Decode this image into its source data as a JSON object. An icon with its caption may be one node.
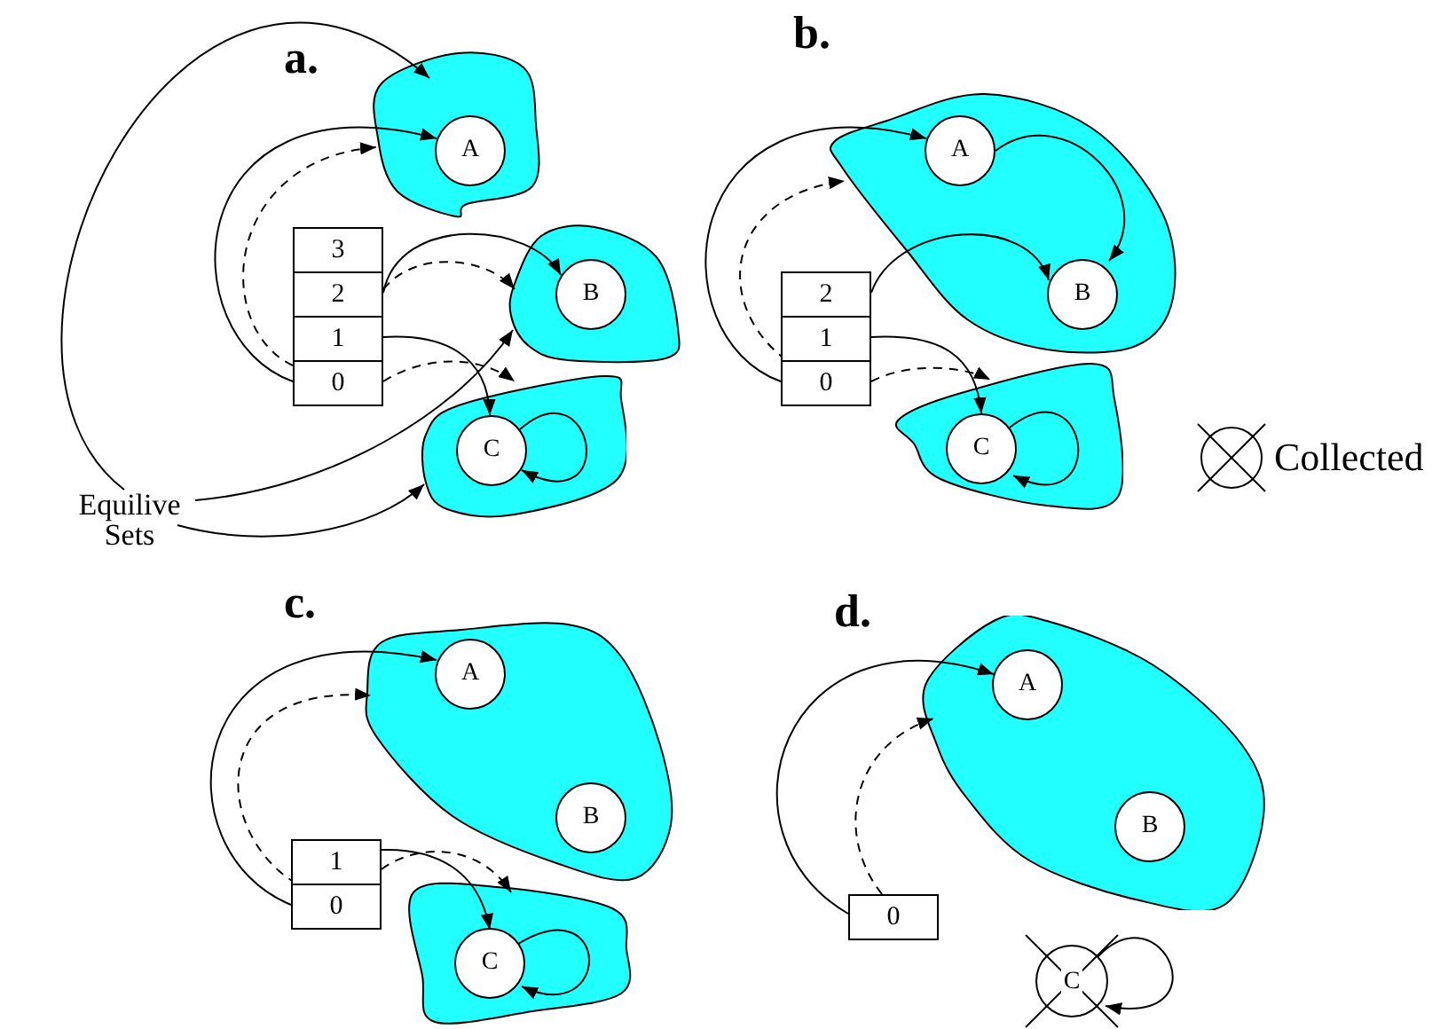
{
  "diagram": {
    "nodes": [
      {
        "text": [],
        "shape": "blob"
      },
      {
        "text": [
          "A"
        ],
        "in": 0
      },
      {
        "text": [],
        "shape": "blob"
      },
      {
        "text": [
          "B"
        ],
        "in": 2
      },
      {
        "text": [],
        "shape": "blob"
      },
      {
        "text": [
          "C"
        ],
        "in": 4
      },
      {
        "text": [
          "3"
        ]
      },
      {
        "text": [
          "2"
        ]
      },
      {
        "text": [
          "1"
        ]
      },
      {
        "text": [
          "0"
        ]
      },
      {
        "text": [
          "Equilive Sets"
        ]
      },
      {
        "text": [],
        "shape": "blob"
      },
      {
        "text": [
          "A"
        ],
        "in": 11
      },
      {
        "text": [
          "B"
        ],
        "in": 11
      },
      {
        "text": [],
        "shape": "blob"
      },
      {
        "text": [
          "C"
        ],
        "in": 14
      },
      {
        "text": [
          "2"
        ]
      },
      {
        "text": [
          "1"
        ]
      },
      {
        "text": [
          "0"
        ]
      },
      {
        "text": [],
        "shape": "blob"
      },
      {
        "text": [
          "A"
        ],
        "in": 19
      },
      {
        "text": [
          "B"
        ],
        "in": 19
      },
      {
        "text": [],
        "shape": "blob"
      },
      {
        "text": [
          "C"
        ],
        "in": 22
      },
      {
        "text": [
          "1"
        ]
      },
      {
        "text": [
          "0"
        ]
      },
      {
        "text": [],
        "shape": "blob"
      },
      {
        "text": [
          "A"
        ],
        "in": 26
      },
      {
        "text": [
          "B"
        ],
        "in": 26
      },
      {
        "text": [
          "0"
        ]
      },
      {
        "text": [
          "C"
        ]
      }
    ],
    "edges": [
      {
        "from": 9,
        "to": 1,
        "arrow": "to"
      },
      {
        "from": 9,
        "to": 0,
        "arrow": "to",
        "style": "dashed"
      },
      {
        "from": 7,
        "to": 3,
        "arrow": "to"
      },
      {
        "from": 7,
        "to": 2,
        "arrow": "to",
        "style": "dashed"
      },
      {
        "from": 8,
        "to": 5,
        "arrow": "to"
      },
      {
        "from": 9,
        "to": 4,
        "arrow": "to",
        "style": "dashed"
      },
      {
        "from": 10,
        "to": 0,
        "arrow": "to"
      },
      {
        "from": 10,
        "to": 2,
        "arrow": "to"
      },
      {
        "from": 10,
        "to": 4,
        "arrow": "to"
      },
      {
        "from": 5,
        "to": 5,
        "arrow": "to"
      },
      {
        "from": 18,
        "to": 12,
        "arrow": "to"
      },
      {
        "from": 18,
        "to": 11,
        "arrow": "to",
        "style": "dashed"
      },
      {
        "from": 16,
        "to": 13,
        "arrow": "to"
      },
      {
        "from": 12,
        "to": 13,
        "arrow": "to"
      },
      {
        "from": 17,
        "to": 15,
        "arrow": "to"
      },
      {
        "from": 18,
        "to": 14,
        "arrow": "to",
        "style": "dashed"
      },
      {
        "from": 15,
        "to": 15,
        "arrow": "to"
      },
      {
        "from": 25,
        "to": 20,
        "arrow": "to"
      },
      {
        "from": 25,
        "to": 19,
        "arrow": "to",
        "style": "dashed"
      },
      {
        "from": 24,
        "to": 23,
        "arrow": "to"
      },
      {
        "from": 24,
        "to": 22,
        "arrow": "to",
        "style": "dashed"
      },
      {
        "from": 23,
        "to": 23,
        "arrow": "to"
      },
      {
        "from": 29,
        "to": 27,
        "arrow": "to"
      },
      {
        "from": 29,
        "to": 26,
        "arrow": "to",
        "style": "dashed"
      },
      {
        "from": 30,
        "to": 30,
        "arrow": "to"
      }
    ],
    "labels": [
      "a.",
      "b.",
      "c.",
      "d."
    ],
    "legend": [
      {
        "text": "Collected"
      }
    ]
  }
}
